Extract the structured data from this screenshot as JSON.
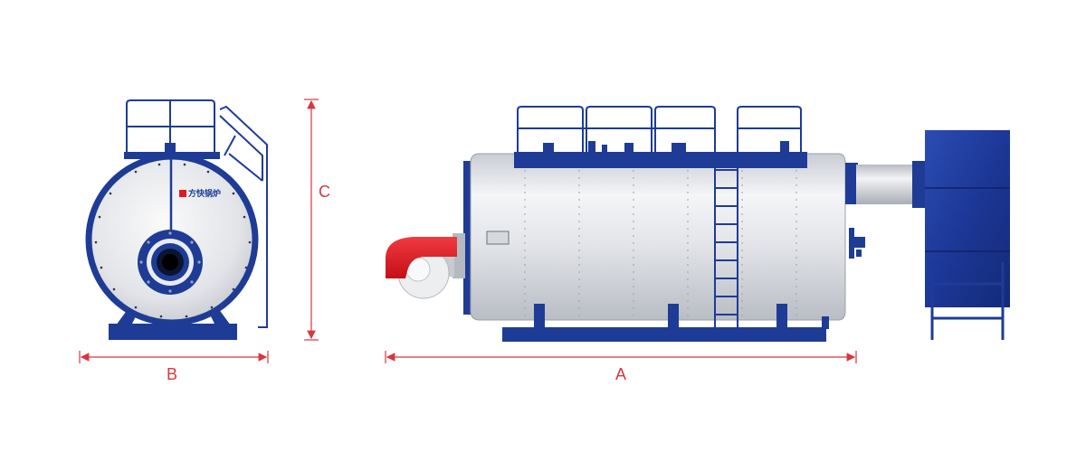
{
  "dimensions": {
    "a_label": "A",
    "b_label": "B",
    "c_label": "C"
  },
  "front_view": {
    "brand_logo": "方快锅炉"
  },
  "colors": {
    "frame_blue": "#1e3c96",
    "shell_silver": "#e4e6ea",
    "burner_red": "#e01a22",
    "dimension_red": "#d9363e"
  },
  "icons": {
    "logo_mark": "brand-mark-icon"
  }
}
